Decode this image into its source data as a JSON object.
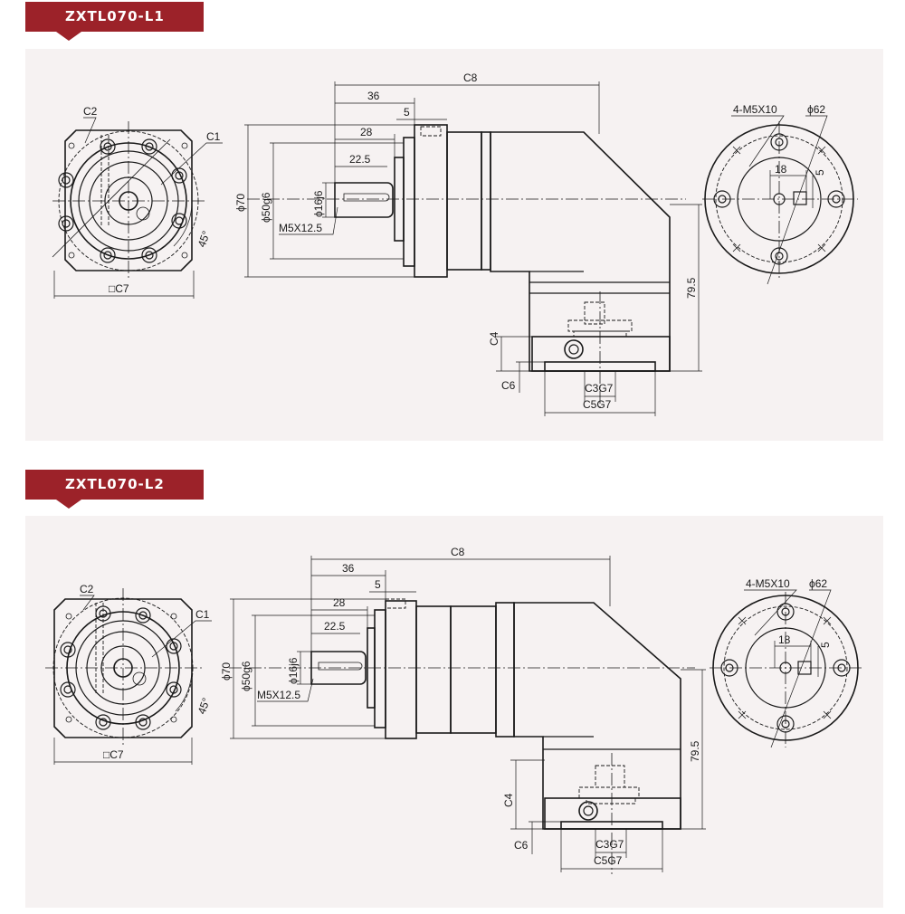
{
  "sections": [
    {
      "title": "ZXTL070-L1",
      "labels": {
        "c1": "C1",
        "c2": "C2",
        "c7": "□C7",
        "angle": "45°",
        "c8": "C8",
        "d36": "36",
        "d5": "5",
        "d28": "28",
        "d225": "22.5",
        "phi70": "ϕ70",
        "phi50": "ϕ50g6",
        "phi16": "ϕ16j6",
        "m5x125": "M5X12.5",
        "m5x10": "4-M5X10",
        "phi62": "ϕ62",
        "d18": "18",
        "d5r": "5",
        "d795": "79.5",
        "c4": "C4",
        "c6": "C6",
        "c3": "C3G7",
        "c5": "C5G7"
      }
    },
    {
      "title": "ZXTL070-L2",
      "labels": {
        "c1": "C1",
        "c2": "C2",
        "c7": "□C7",
        "angle": "45°",
        "c8": "C8",
        "d36": "36",
        "d5": "5",
        "d28": "28",
        "d225": "22.5",
        "phi70": "ϕ70",
        "phi50": "ϕ50g6",
        "phi16": "ϕ16j6",
        "m5x125": "M5X12.5",
        "m5x10": "4-M5X10",
        "phi62": "ϕ62",
        "d18": "18",
        "d5r": "5",
        "d795": "79.5",
        "c4": "C4",
        "c6": "C6",
        "c3": "C3G7",
        "c5": "C5G7"
      }
    }
  ],
  "colors": {
    "accent": "#9c2229",
    "panel": "#f6f2f2",
    "line": "#1a1a1a"
  }
}
